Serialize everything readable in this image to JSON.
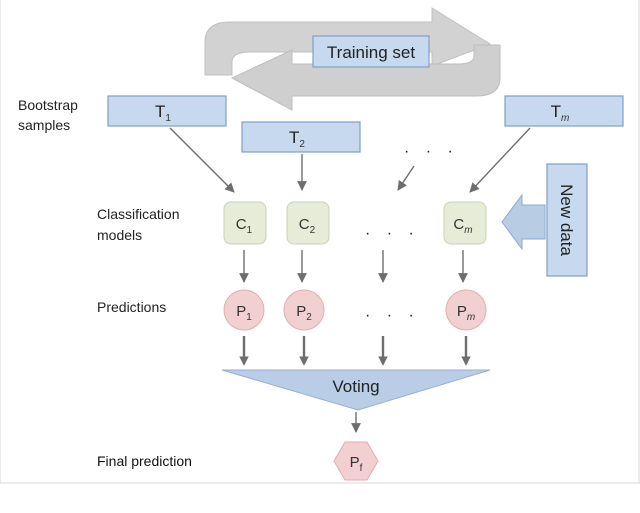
{
  "training_set": "Training set",
  "side_labels": {
    "bootstrap_line1": "Bootstrap",
    "bootstrap_line2": "samples",
    "classification_line1": "Classification",
    "classification_line2": "models",
    "predictions": "Predictions",
    "final_prediction": "Final prediction"
  },
  "bootstrap": [
    {
      "main": "T",
      "sub": "1"
    },
    {
      "main": "T",
      "sub": "2"
    },
    {
      "main": "T",
      "sub": "m"
    }
  ],
  "models": [
    {
      "main": "C",
      "sub": "1"
    },
    {
      "main": "C",
      "sub": "2"
    },
    {
      "main": "C",
      "sub": "m"
    }
  ],
  "predictions": [
    {
      "main": "P",
      "sub": "1"
    },
    {
      "main": "P",
      "sub": "2"
    },
    {
      "main": "P",
      "sub": "m"
    }
  ],
  "ellipsis": "· · ·",
  "new_data": "New data",
  "voting": "Voting",
  "final": {
    "main": "P",
    "sub": "f"
  }
}
